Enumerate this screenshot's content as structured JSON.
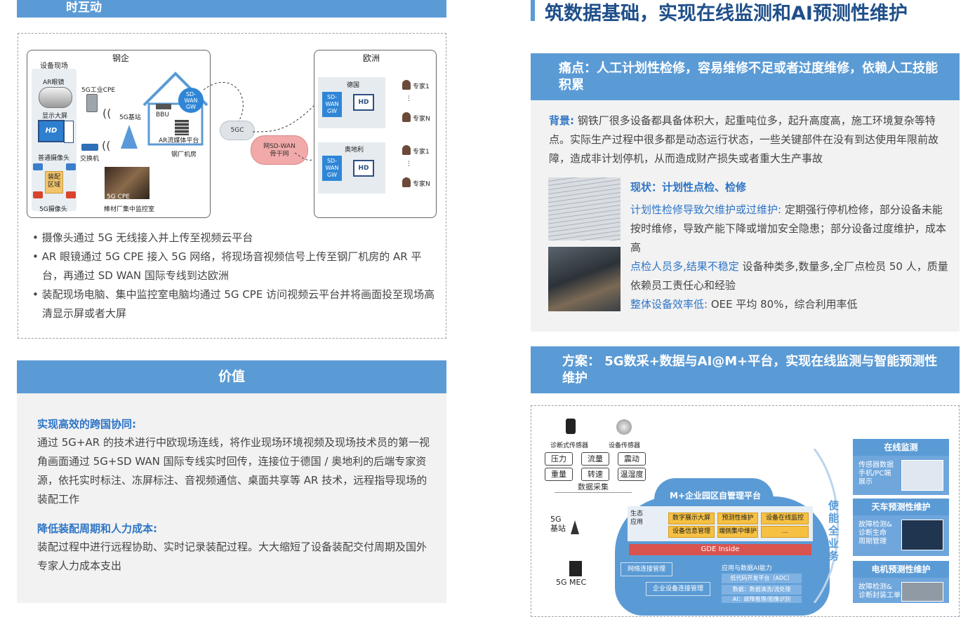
{
  "left": {
    "top_title_fragment": "时互动",
    "diagram": {
      "steel": {
        "title": "钢企",
        "site_label": "设备现场",
        "ar_glasses": "AR眼镜",
        "display": "显示大屏",
        "normal_camera": "普通摄像头",
        "assembly_area": "装配\n区域",
        "camera_5g": "5G摄像头",
        "cpe": "5G工业CPE",
        "base_station": "5G基站",
        "switch": "交换机",
        "bbu": "BBU",
        "sdwan_gw": "SD-\nWAN\nGW",
        "ar_platform": "AR流媒体平台",
        "machine_room": "钢厂机房",
        "control_room_cpe": "5G CPE",
        "control_room": "棒材厂集中监控室"
      },
      "fiveg_core": "5GC",
      "backbone": "网SD-WAN\n骨干网",
      "europe": {
        "title": "欧洲",
        "germany": "德国",
        "austria": "奥地利",
        "gw": "SD-\nWAN\nGW",
        "expert1": "专家1",
        "expertN": "专家N",
        "dots": "⋮"
      }
    },
    "bullets": [
      "• 摄像头通过 5G 无线接入并上传至视频云平台",
      "• AR 眼镜通过 5G CPE 接入 5G 网络，将现场音视频信号上传至钢厂机房的 AR 平台，再通过 SD WAN 国际专线到达欧洲",
      "• 装配现场电脑、集中监控室电脑均通过 5G CPE 访问视频云平台并将画面投至现场高清显示屏或者大屏"
    ],
    "value": {
      "title": "价值",
      "h1": "实现高效的跨国协同:",
      "p1": "通过 5G+AR 的技术进行中欧现场连线，将作业现场环境视频及现场技术员的第一视角画面通过 5G+SD WAN 国际专线实时回传，连接位于德国 / 奥地利的后端专家资源，依托实时标注、冻屏标注、音视频通信、桌面共享等 AR 技术，远程指导现场的装配工作",
      "h2": "降低装配周期和人力成本:",
      "p2": "装配过程中进行远程协助、实时记录装配过程。大大缩短了设备装配交付周期及国外专家人力成本支出"
    }
  },
  "right": {
    "page_title": "筑数据基础，实现在线监测和AI预测性维护",
    "pain": {
      "title": "痛点：人工计划性检修，容易维修不足或者过度维修，依赖人工技能积累",
      "bg_label": "背景:",
      "bg_text": " 钢铁厂很多设备都具备体积大，起重吨位多，起升高度高，施工环境复杂等特点。实际生产过程中很多都是动态运行状态，一些关键部件在没有到达使用年限前故障，造成非计划停机，从而造成财产损失或者重大生产事故",
      "status_title": "现状：计划性点检、检修",
      "s1_label": "计划性检修导致欠维护或过维护:",
      "s1_text": " 定期强行停机检修，部分设备未能按时维修，导致产能下降或增加安全隐患；部分设备过度维护，成本高",
      "s2_label": "点检人员多,结果不稳定",
      "s2_text": " 设备种类多,数量多,全厂点检员 50 人，质量依赖员工责任心和经验",
      "s3_label": "整体设备效率低:",
      "s3_text": " OEE 平均 80%，综合利用率低"
    },
    "solution": {
      "title": "方案： 5G数采+数据与AI@M+平台，实现在线监测与智能预测性维护",
      "diag_sensor": "诊断式传感器",
      "dev_sensor": "设备传感器",
      "sensors": [
        "压力",
        "流量",
        "震动",
        "重量",
        "转速",
        "温湿度"
      ],
      "collect": "数据采集",
      "base_station": "5G\n基站",
      "mec": "5G MEC",
      "platform": "M+企业园区自管理平台",
      "eco": "生态\n应用",
      "apps": [
        "数字展示大屏",
        "预测性维护",
        "设备在线监控",
        "设备信息管理",
        "端侧集中维护",
        "…"
      ],
      "gde": "GDE Inside",
      "net_mgmt": "网络连接管理",
      "dev_mgmt": "企业设备连接管理",
      "ai_title": "应用与数据AI能力",
      "ai_items": [
        "低代码开发平台（ADC）",
        "数据：数据清洗/流处理",
        "AI：故障推理/图像识别"
      ],
      "enable": "使能全业务",
      "cards": [
        {
          "title": "在线监测",
          "desc": "传感器数据\n手机/PC端\n展示"
        },
        {
          "title": "天车预测性维护",
          "desc": "故障检测&\n诊断生命\n周期管理"
        },
        {
          "title": "电机预测性维护",
          "desc": "故障检测&\n诊断封装工单"
        }
      ]
    }
  }
}
